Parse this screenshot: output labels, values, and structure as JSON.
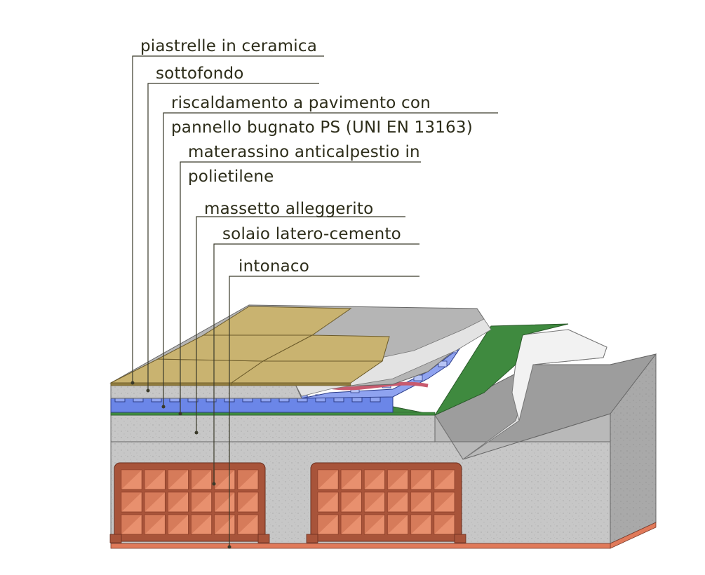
{
  "labels": {
    "ceramic_tiles": "piastrelle in ceramica",
    "screed_base": "sottofondo",
    "heating_line1": "riscaldamento a pavimento con",
    "heating_line2": "pannello bugnato PS (UNI EN 13163)",
    "acoustic_line1": "materassino anticalpestio in",
    "acoustic_line2": "polietilene",
    "lightweight_screed": "massetto alleggerito",
    "slab": "solaio latero-cemento",
    "plaster": "intonaco"
  },
  "colors": {
    "tile": "#c9b370",
    "screed": "#c4c4c4",
    "screed_top": "#d4d4d4",
    "insulation": "#6b86e8",
    "insulation_light": "#8fa3f0",
    "acoustic_mat": "#3f8a3f",
    "concrete": "#c6c6c6",
    "brick": "#e8906e",
    "brick_dark": "#a8543a",
    "plaster": "#e07a5a",
    "pipe": "#c85a6e",
    "leader": "#3a3a2a"
  }
}
